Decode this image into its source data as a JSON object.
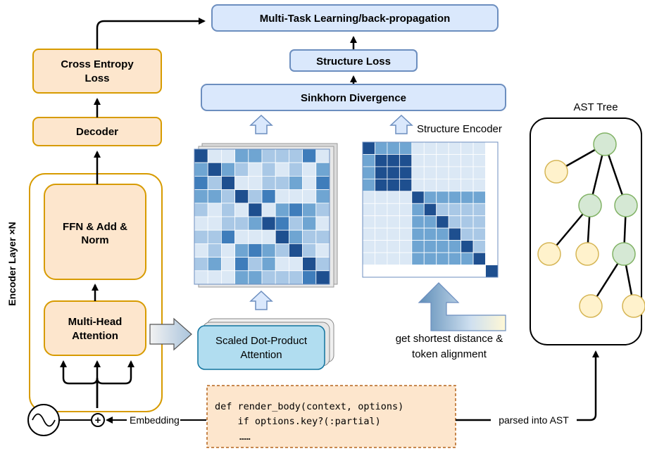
{
  "encoder": {
    "side_label": "Encoder Layer ×N",
    "ffn_label_line1": "FFN & Add &",
    "ffn_label_line2": "Norm",
    "mha_label_line1": "Multi-Head",
    "mha_label_line2": "Attention"
  },
  "decoder": {
    "decoder_label": "Decoder",
    "ce_label_line1": "Cross Entropy",
    "ce_label_line2": "Loss"
  },
  "top": {
    "mtl_label": "Multi-Task Learning/back-propagation",
    "structure_loss_label": "Structure Loss",
    "sinkhorn_label": "Sinkhorn Divergence"
  },
  "middle": {
    "sdpa_line1": "Scaled Dot-Product",
    "sdpa_line2": "Attention",
    "structure_encoder_label": "Structure Encoder",
    "shortest_line1": "get shortest distance &",
    "shortest_line2": "token alignment"
  },
  "ast": {
    "title": "AST Tree",
    "parsed_label": "parsed into AST"
  },
  "input": {
    "embedding_label": "Embedding",
    "plus_symbol": "+",
    "code_line1": "def render_body(context, options)",
    "code_line2": "    if options.key?(:partial)",
    "code_line3": "……"
  },
  "colors": {
    "orange_fill": "#fde6cd",
    "orange_stroke": "#d79b00",
    "blue_fill": "#dae8fc",
    "blue_stroke": "#6c8ebf",
    "tree_fill": "#fff2cc",
    "tree_node_fill": "#d5e8d4",
    "tree_node_stroke": "#82b366",
    "sdpa_fill": "#b1ddf0",
    "sdpa_stroke": "#10739e"
  }
}
